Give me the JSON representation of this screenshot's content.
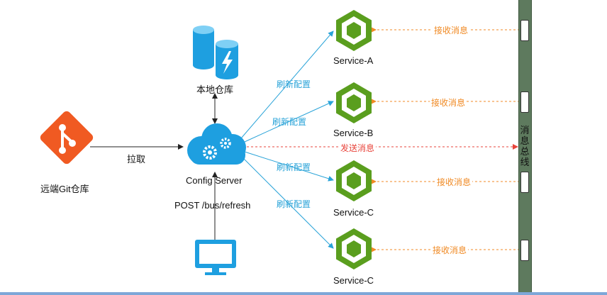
{
  "nodes": {
    "local_repo": "本地仓库",
    "remote_repo": "远端Git仓库",
    "config_server": "Config Server",
    "service_a": "Service-A",
    "service_b": "Service-B",
    "service_c1": "Service-C",
    "service_c2": "Service-C",
    "message_bus": "消息总线"
  },
  "edges": {
    "pull": "拉取",
    "post_refresh": "POST /bus/refresh",
    "refresh_config_1": "刷新配置",
    "refresh_config_2": "刷新配置",
    "refresh_config_3": "刷新配置",
    "refresh_config_4": "刷新配置",
    "send_message": "发送消息",
    "receive_message_1": "接收消息",
    "receive_message_2": "接收消息",
    "receive_message_3": "接收消息",
    "receive_message_4": "接收消息"
  },
  "icons": {
    "database": "database-icon",
    "git": "git-icon",
    "cloud": "cloud-gears-icon",
    "monitor": "monitor-icon",
    "service": "hexagon-cube-icon"
  },
  "colors": {
    "refresh_arrow": "#29a3d8",
    "receive_arrow": "#f08a24",
    "send_arrow": "#e8453c",
    "service_green": "#5a9e1e",
    "git_orange": "#f05a22",
    "azure_blue": "#1e9fe0",
    "bus_green": "#5e7a5e"
  }
}
